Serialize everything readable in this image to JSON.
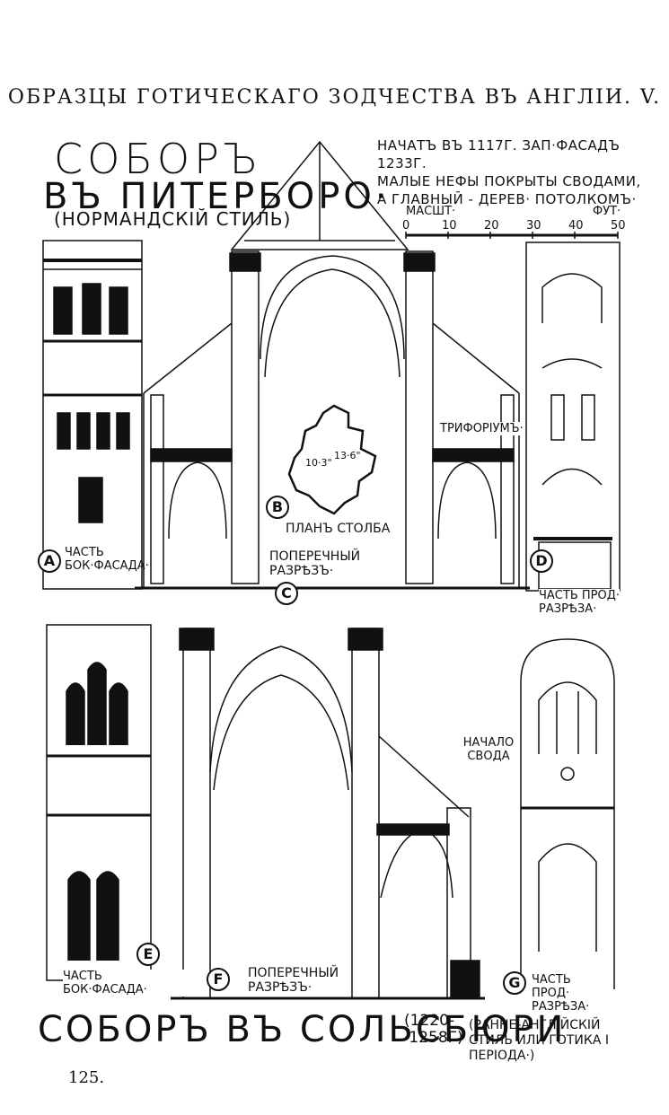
{
  "header": {
    "title": "ОБРАЗЦЫ ГОТИЧЕСКАГО ЗОДЧЕСТВА ВЪ АНГЛІИ. V."
  },
  "peterborough": {
    "title_line1": "СОБОРЪ",
    "title_line2": "ВЪ ПИТЕРБОРО·",
    "title_line3": "(НОРМАНДСКІЙ СТИЛЬ)",
    "note_line1": "НАЧАТЪ ВЪ 1117Г. ЗАП·ФАСАДЪ 1233Г.",
    "note_line2": "МАЛЫЕ НЕФЫ ПОКРЫТЫ СВОДАМИ,",
    "note_line3": "А ГЛАВНЫЙ - ДЕРЕВ· ПОТОЛКОМЪ·",
    "scale_label": "МАСШТ·",
    "scale_unit": "ФУТ·",
    "scale_ticks": [
      "0",
      "10",
      "20",
      "30",
      "40",
      "50"
    ],
    "triforium": "ТРИФОРІУМЪ·",
    "pier_plan": "ПЛАНЪ СТОЛБА",
    "dim_a": "10·3\"",
    "dim_b": "13·6\"",
    "cross_section": "ПОПЕРЕЧНЫЙ РАЗРѢЗЪ·",
    "caption_a": "ЧАСТЬ БОК·ФАСАДА·",
    "caption_d": "ЧАСТЬ ПРОД· РАЗРѢЗА·",
    "labels": {
      "a": "A",
      "b": "B",
      "c": "C",
      "d": "D"
    }
  },
  "salisbury": {
    "title": "СОБОРЪ ВЪ СОЛЬСБЮРИ",
    "dates": "(1220- ·1258Г)",
    "style_note": "(РАННЕ-АНГЛІЙСКІЙ СТИЛЬ ИЛИ ГОТИКА I ПЕРІОДА·)",
    "vault_start": "НАЧАЛО СВОДА",
    "cross_section": "ПОПЕРЕЧНЫЙ РАЗРѢЗЪ·",
    "caption_e": "ЧАСТЬ БОК·ФАСАДА·",
    "caption_g": "ЧАСТЬ ПРОД· РАЗРѢЗА·",
    "labels": {
      "e": "E",
      "f": "F",
      "g": "G"
    }
  },
  "page_number": "125."
}
